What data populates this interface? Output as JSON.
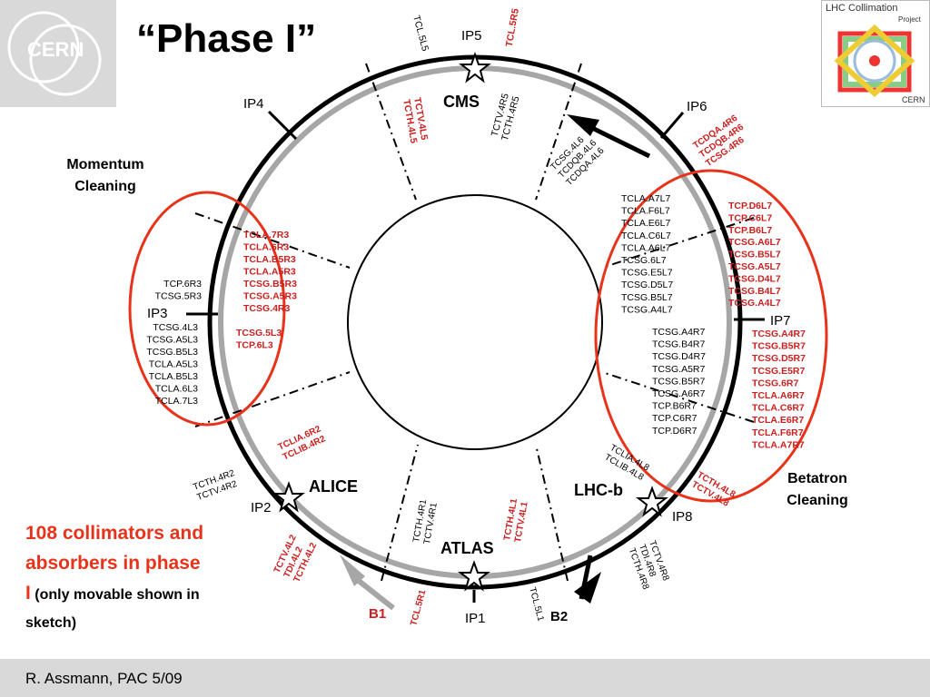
{
  "title": "“Phase I”",
  "logos": {
    "cern": "CERN",
    "lhc_collimation": "LHC Collimation",
    "project": "Project",
    "cern_small": "CERN"
  },
  "labels": {
    "momentum_cleaning": "Momentum Cleaning",
    "betatron_cleaning": "Betatron Cleaning",
    "collimator_count": "108 collimators and absorbers in phase I",
    "collimator_note": "(only movable shown in sketch)"
  },
  "footer": "R. Assmann, PAC 5/09",
  "interaction_points": [
    "IP1",
    "IP2",
    "IP3",
    "IP4",
    "IP5",
    "IP6",
    "IP7",
    "IP8"
  ],
  "experiments": [
    "CMS",
    "ATLAS",
    "ALICE",
    "LHC-b"
  ],
  "beams": [
    "B1",
    "B2"
  ],
  "collimators": {
    "ip5_left": [
      "TCL.5L5"
    ],
    "ip5_right": [
      "TCL.5R5"
    ],
    "ip5_tctv": [
      "TCTV.4L5",
      "TCTH.4L5"
    ],
    "ip5_r": [
      "TCTV.4R5",
      "TCTH.4R5"
    ],
    "ip6_l": [
      "TCSG.4L6",
      "TCDQB.4L6",
      "TCDQA.4L6"
    ],
    "ip6_r": [
      "TCDQA.4R6",
      "TCDQB.4R6",
      "TCSG.4R6"
    ],
    "ir3_black_top": [
      "TCP.6R3",
      "TCSG.5R3"
    ],
    "ir3_black_bottom": [
      "TCSG.4L3",
      "TCSG.A5L3",
      "TCSG.B5L3",
      "TCLA.A5L3",
      "TCLA.B5L3",
      "TCLA.6L3",
      "TCLA.7L3"
    ],
    "ir3_red": [
      "TCLA.7R3",
      "TCLA.6R3",
      "TCLA.B5R3",
      "TCLA.A5R3",
      "TCSG.B5R3",
      "TCSG.A5R3",
      "TCSG.4R3"
    ],
    "ir3_red_lower": [
      "TCSG.5L3",
      "TCP.6L3"
    ],
    "ir7_black_upper": [
      "TCLA.A7L7",
      "TCLA.F6L7",
      "TCLA.E6L7",
      "TCLA.C6L7",
      "TCLA.A6L7",
      "TCSG.6L7",
      "TCSG.E5L7",
      "TCSG.D5L7",
      "TCSG.B5L7",
      "TCSG.A4L7"
    ],
    "ir7_black_lower": [
      "TCSG.A4R7",
      "TCSG.B4R7",
      "TCSG.D4R7",
      "TCSG.A5R7",
      "TCSG.B5R7",
      "TCSG.A6R7",
      "TCP.B6R7",
      "TCP.C6R7",
      "TCP.D6R7"
    ],
    "ir7_red_upper": [
      "TCP.D6L7",
      "TCP.C6L7",
      "TCP.B6L7",
      "TCSG.A6L7",
      "TCSG.B5L7",
      "TCSG.A5L7",
      "TCSG.D4L7",
      "TCSG.B4L7",
      "TCSG.A4L7"
    ],
    "ir7_red_lower": [
      "TCSG.A4R7",
      "TCSG.B5R7",
      "TCSG.D5R7",
      "TCSG.E5R7",
      "TCSG.6R7",
      "TCLA.A6R7",
      "TCLA.C6R7",
      "TCLA.E6R7",
      "TCLA.F6R7",
      "TCLA.A7R7"
    ],
    "ir2_red": [
      "TCLIA.6R2",
      "TCLIB.4R2"
    ],
    "ir2_black": [
      "TCTH.4R2",
      "TCTV.4R2"
    ],
    "ir2_red_low": [
      "TCTV.4L2",
      "TDI.4L2",
      "TCTH.4L2"
    ],
    "ir1_black": [
      "TCTH.4R1",
      "TCTV.4R1"
    ],
    "ir1_red": [
      "TCTH.4L1",
      "TCTV.4L1"
    ],
    "ir1_red_low": [
      "TCL.5R1"
    ],
    "ir1_black_low": [
      "TCL.5L1"
    ],
    "ir8_black": [
      "TCLIA.4L8",
      "TCLIB.4L8"
    ],
    "ir8_red": [
      "TCTH.4L8",
      "TCTV.4L8"
    ],
    "ir8_black_low": [
      "TCTV.4R8",
      "TDI.4R8",
      "TCTH.4R8"
    ]
  },
  "colors": {
    "red": "#e8331a",
    "label_red": "#cc1f1f",
    "beam_grey": "#a6a6a6",
    "footer_bg": "#d9d9d9"
  }
}
